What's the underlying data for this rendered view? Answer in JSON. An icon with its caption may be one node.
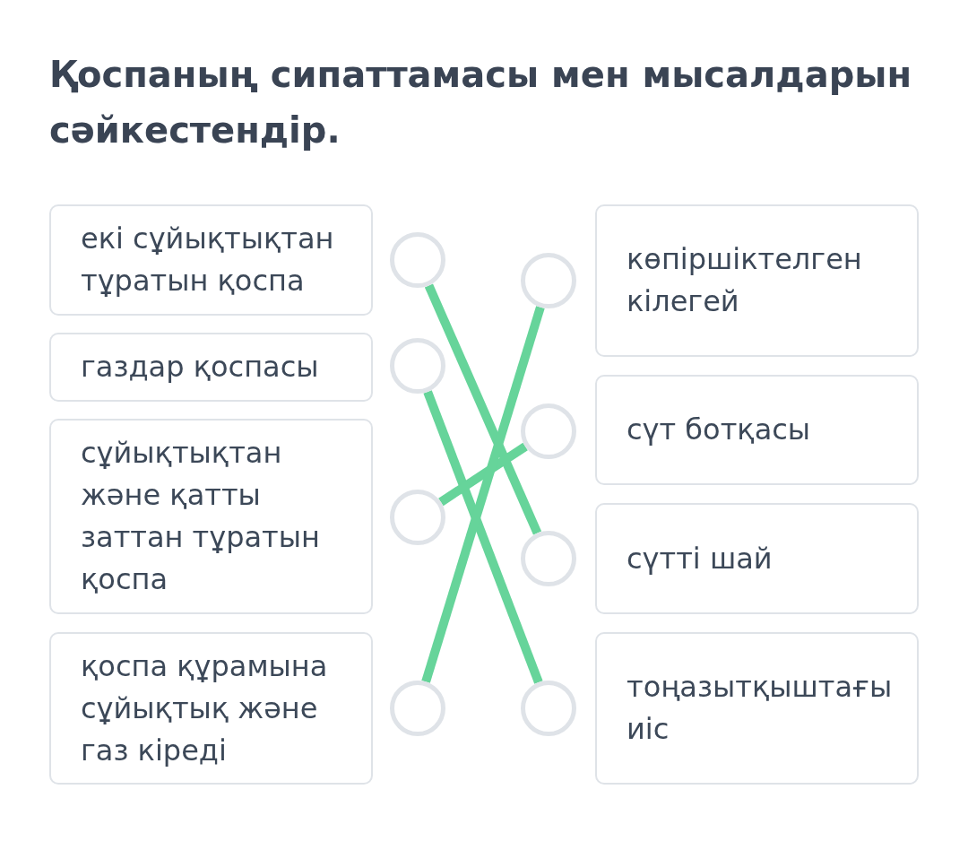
{
  "diagram": {
    "title": "Қоспаның сипаттамасы мен мысалдарын сәйкестендір.",
    "nodes": [
      {
        "text": [
          "екі сұйықтықтан тұратын қоспа"
        ]
      },
      {
        "text": [
          "газдар қоспасы"
        ]
      },
      {
        "text": [
          "сұйықтықтан және қатты заттан тұратын қоспа"
        ]
      },
      {
        "text": [
          "қоспа құрамына сұйықтық және газ кіреді"
        ]
      },
      {
        "text": [
          "көпіршіктелген кілегей"
        ]
      },
      {
        "text": [
          "сүт ботқасы"
        ]
      },
      {
        "text": [
          "сүтті шай"
        ]
      },
      {
        "text": [
          "тоңазытқыштағы иіс"
        ]
      },
      {
        "text": [],
        "shape": "circle"
      },
      {
        "text": [],
        "shape": "circle"
      },
      {
        "text": [],
        "shape": "circle"
      },
      {
        "text": [],
        "shape": "circle"
      },
      {
        "text": [],
        "shape": "circle"
      },
      {
        "text": [],
        "shape": "circle"
      },
      {
        "text": [],
        "shape": "circle"
      },
      {
        "text": [],
        "shape": "circle"
      }
    ],
    "edges": [
      {
        "from": 8,
        "to": 14,
        "arrow": "none"
      },
      {
        "from": 9,
        "to": 15,
        "arrow": "none"
      },
      {
        "from": 10,
        "to": 13,
        "arrow": "none"
      },
      {
        "from": 11,
        "to": 12,
        "arrow": "none"
      }
    ]
  }
}
